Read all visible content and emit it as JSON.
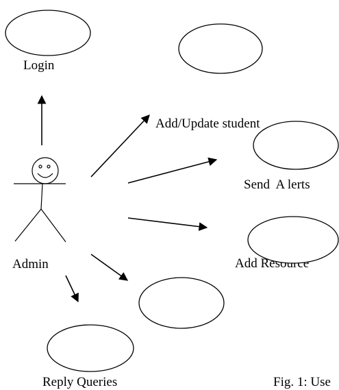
{
  "diagram": {
    "actor": {
      "label": "Admin",
      "icon": "stick-figure-icon"
    },
    "use_cases": [
      {
        "id": "login",
        "label": "Login"
      },
      {
        "id": "add-update-student",
        "label": "Add/Update student"
      },
      {
        "id": "send-alerts",
        "label": "Send  A lerts"
      },
      {
        "id": "add-resource",
        "label": "Add Resource"
      },
      {
        "id": "unlabeled",
        "label": ""
      },
      {
        "id": "reply-queries",
        "label": "Reply Queries"
      }
    ],
    "caption": "Fig. 1: Use"
  }
}
